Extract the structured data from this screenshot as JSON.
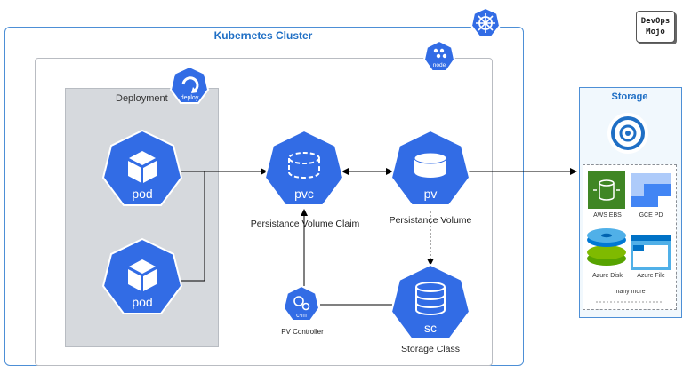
{
  "cluster": {
    "title": "Kubernetes Cluster"
  },
  "deployment": {
    "title": "Deployment",
    "badge": "deploy"
  },
  "node": {
    "badge": "node"
  },
  "pods": [
    {
      "label": "pod"
    },
    {
      "label": "pod"
    }
  ],
  "pvc": {
    "label": "pvc",
    "caption": "Persistance Volume Claim"
  },
  "pv": {
    "label": "pv",
    "caption": "Persistance Volume"
  },
  "controller": {
    "badge": "c-m",
    "caption": "PV Controller"
  },
  "storage_class": {
    "label": "sc",
    "caption": "Storage Class"
  },
  "storage": {
    "title": "Storage",
    "providers": [
      {
        "name": "AWS EBS"
      },
      {
        "name": "GCE PD"
      },
      {
        "name": "Azure Disk"
      },
      {
        "name": "Azure File"
      }
    ],
    "more": "many more"
  },
  "watermark": {
    "line1": "DevOps",
    "line2": "Mojo"
  },
  "colors": {
    "k8s_blue": "#326ce5",
    "aws_green": "#3f8624",
    "gcp_blue": "#4285f4",
    "azure_blue": "#0089d6"
  }
}
